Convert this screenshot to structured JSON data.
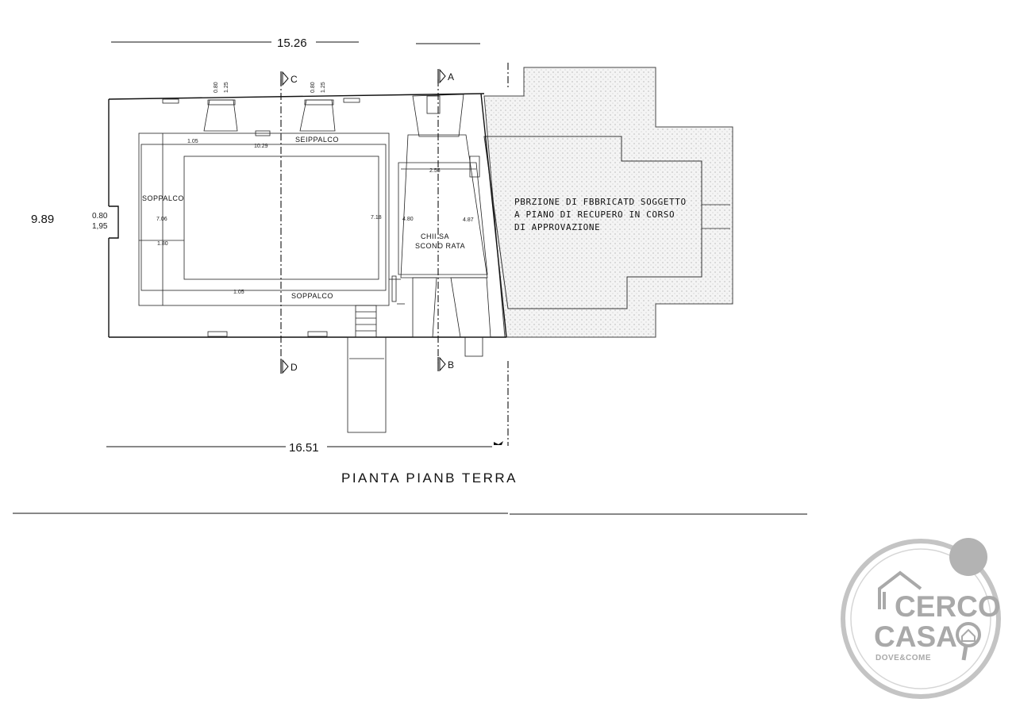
{
  "dimensions": {
    "top_width": "15.26",
    "bottom_width": "16.51",
    "height": "9.89",
    "window_left_top": "0.80",
    "window_left_bottom": "1.25",
    "window_mid_top": "0.80",
    "window_mid_bottom": "1.25",
    "door_left_top": "0.80",
    "door_left_bottom": "1,95",
    "inner_top_left": "1.05",
    "inner_top_span": "10.29",
    "inner_bottom_left": "1.05",
    "inner_left_depth": "7.06",
    "inner_right_depth": "7.18",
    "inner_left_offset": "1.80",
    "church_width": "2.55",
    "church_left_depth": "4.80",
    "church_right_depth": "4.87"
  },
  "labels": {
    "soppalco_top": "SEIPPALCO",
    "soppalco_left": "SOPPALCO",
    "soppalco_bottom": "SOPPALCO",
    "church_line1": "CHII SA",
    "church_line2": "SCONO  RATA"
  },
  "note": {
    "line1": "PBRZIONE DI FBBRICATD SOGGETTO",
    "line2": "A PIANO DI RECUPERO IN CORSO",
    "line3": "DI APPROVAZIONE"
  },
  "sections": {
    "c": "C",
    "a": "A",
    "d": "D",
    "b": "B"
  },
  "title": "PIANTA  PIANB  TERRA",
  "logo": {
    "line1": "CERCO",
    "line2": "CASA",
    "line3": "DOVE&COME",
    "ring_color": "#bdbdbd",
    "text_color": "#a9a9a9"
  }
}
